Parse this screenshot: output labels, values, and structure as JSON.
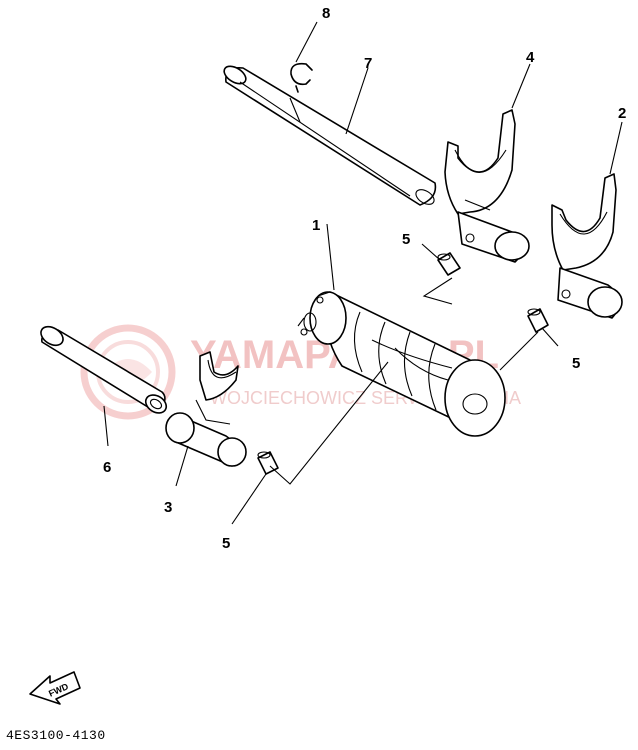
{
  "callouts": {
    "c1": "1",
    "c2": "2",
    "c3": "3",
    "c4": "4",
    "c5a": "5",
    "c5b": "5",
    "c5c": "5",
    "c6": "6",
    "c7": "7",
    "c8": "8"
  },
  "fwd_label": "FWD",
  "diagram_code": "4ES3100-4130",
  "watermark": {
    "main": "YAMAPARTS.PL",
    "sub": "WOJCIECHOWICZ SERWIS YAMAHA"
  },
  "colors": {
    "line": "#000000",
    "background": "#ffffff",
    "watermark": "#f2c2c2"
  }
}
